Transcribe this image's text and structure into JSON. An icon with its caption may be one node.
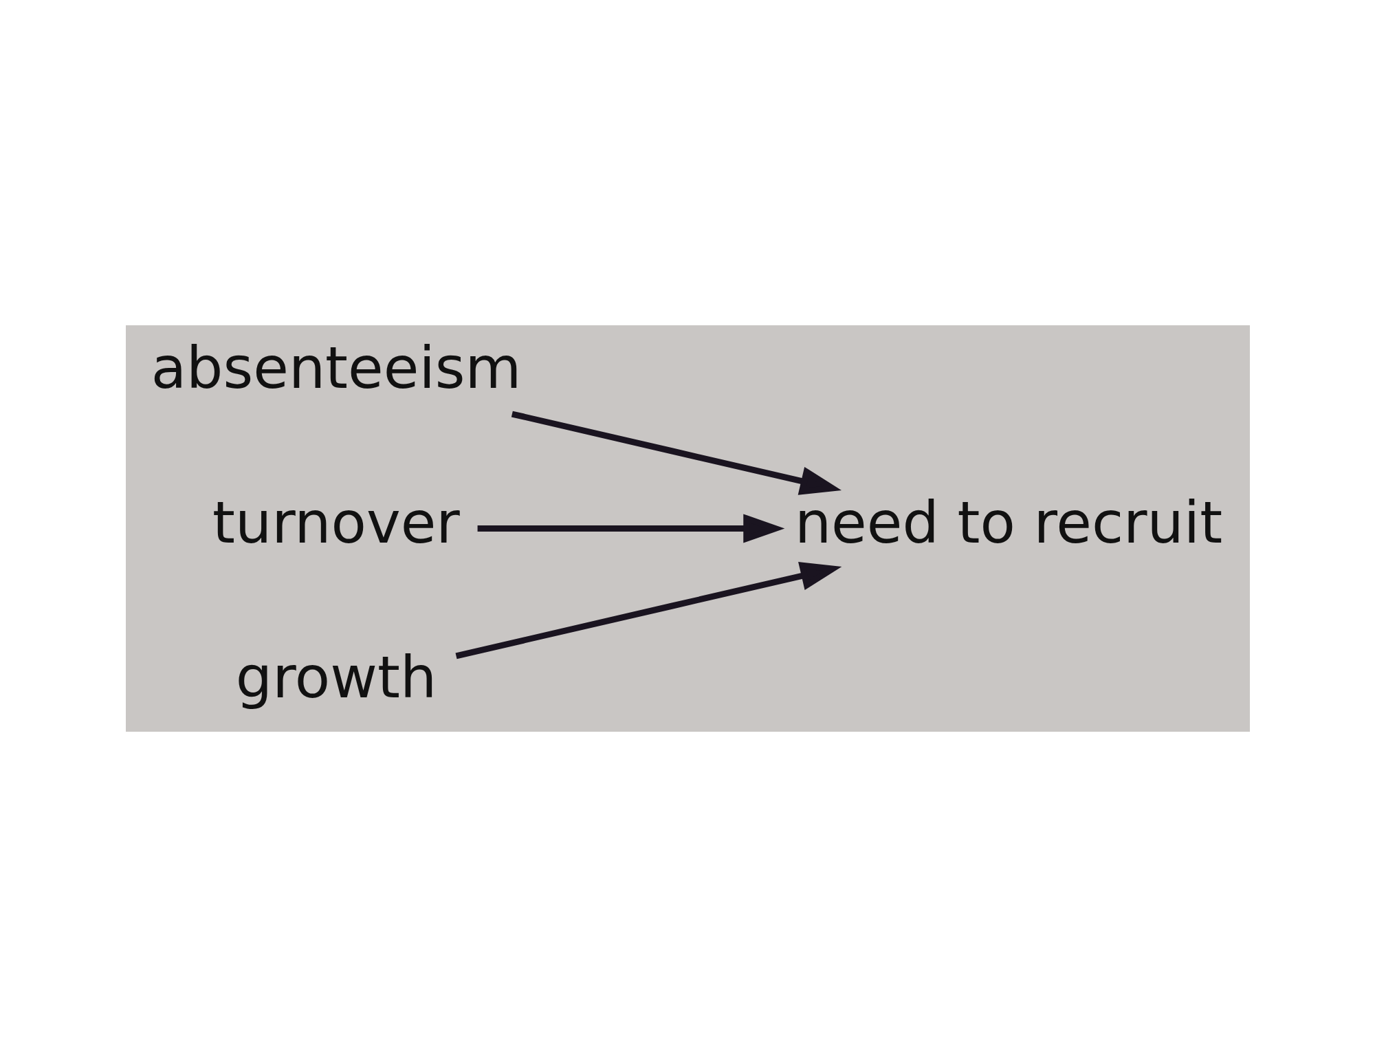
{
  "diagram": {
    "nodes": [
      {
        "text": [
          "absenteeism"
        ]
      },
      {
        "text": [
          "turnover"
        ]
      },
      {
        "text": [
          "growth"
        ]
      },
      {
        "text": [
          "need to recruit"
        ]
      }
    ],
    "edges": [
      {
        "from": 0,
        "to": 3,
        "arrow": "to"
      },
      {
        "from": 1,
        "to": 3,
        "arrow": "to"
      },
      {
        "from": 2,
        "to": 3,
        "arrow": "to"
      }
    ]
  }
}
